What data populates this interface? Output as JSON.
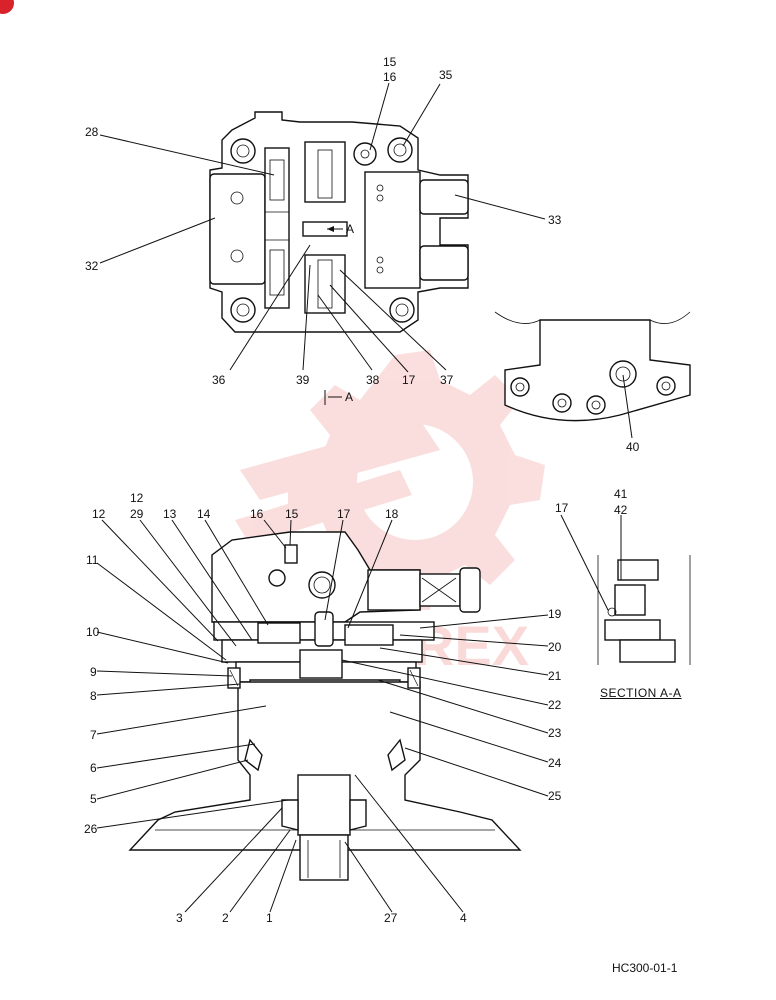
{
  "drawing_code": "HC300-01-1",
  "section_title": "SECTION A-A",
  "section_marker": "A",
  "watermark_text": "FITREX",
  "colors": {
    "line": "#111111",
    "watermark": "#e53935",
    "badge": "#d9222a"
  },
  "callouts_top_view": [
    "15",
    "16",
    "35",
    "28",
    "32",
    "33",
    "36",
    "39",
    "38",
    "17",
    "37"
  ],
  "callouts_detail": [
    "40"
  ],
  "callouts_section": [
    "41",
    "42",
    "17"
  ],
  "callouts_main": [
    "12",
    "29",
    "12",
    "13",
    "14",
    "16",
    "15",
    "17",
    "18",
    "11",
    "19",
    "10",
    "20",
    "21",
    "9",
    "8",
    "22",
    "7",
    "23",
    "6",
    "24",
    "5",
    "25",
    "26",
    "3",
    "2",
    "1",
    "27",
    "4"
  ]
}
